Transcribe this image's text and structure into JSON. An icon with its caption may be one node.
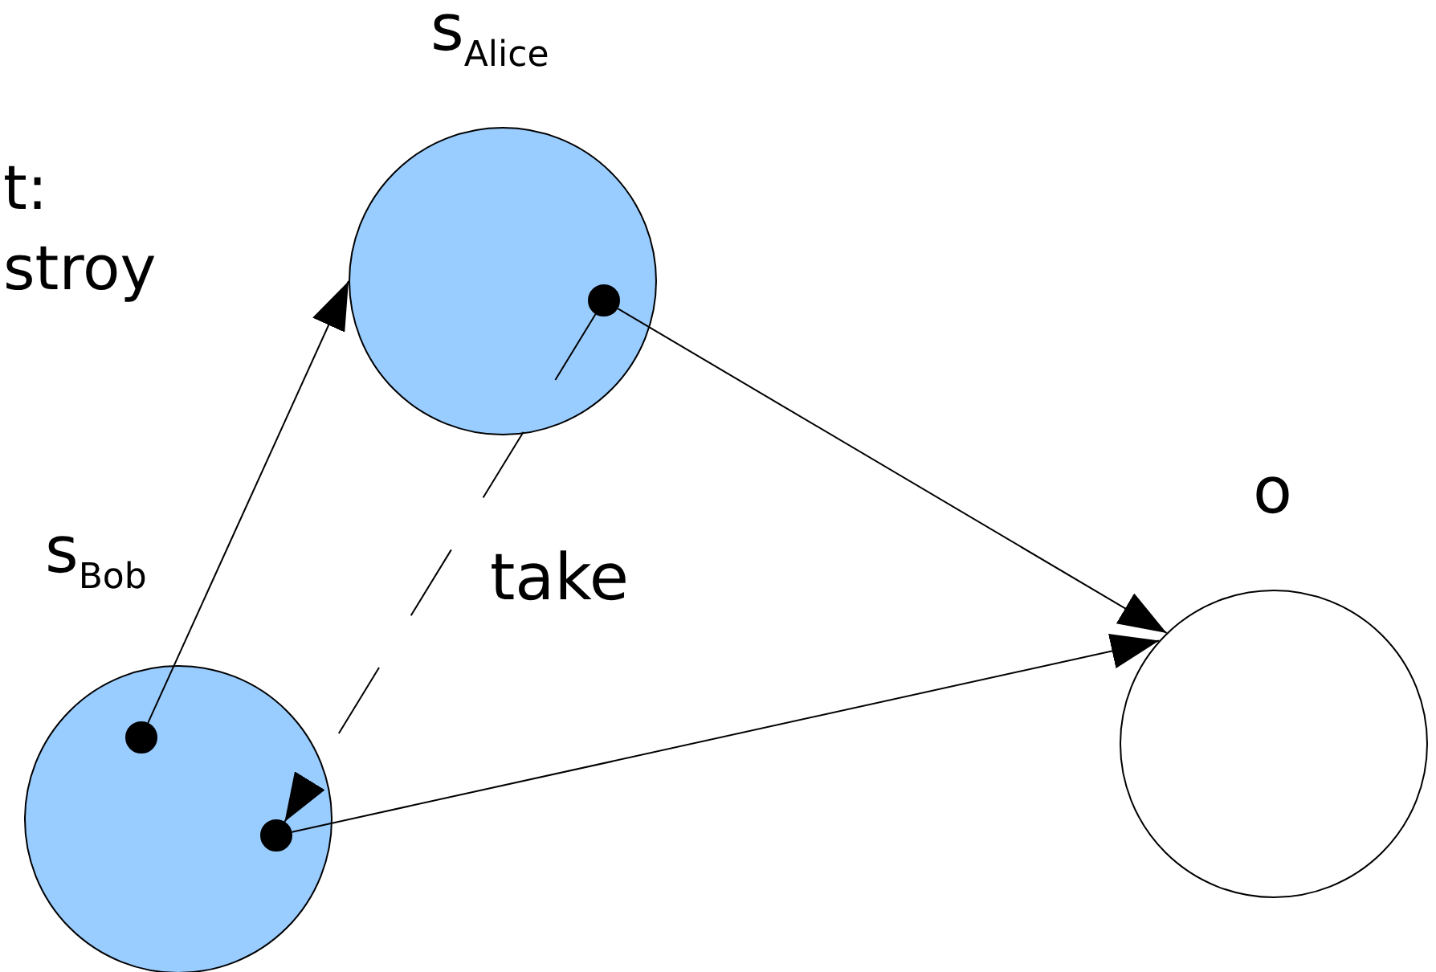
{
  "diagram": {
    "nodes": [
      {
        "text": [
          "s$_{Alice}$"
        ]
      },
      {
        "text": [],
        "shape": "circle",
        "in": 0
      },
      {
        "text": [
          "s$_{Bob}$"
        ]
      },
      {
        "text": [],
        "shape": "circle",
        "in": 2
      },
      {
        "text": [],
        "shape": "circle",
        "in": 2
      },
      {
        "text": [
          "o"
        ]
      }
    ],
    "edges": [
      {
        "from": 3,
        "to": 0,
        "arrow": "to"
      },
      {
        "from": 1,
        "to": 5,
        "arrow": "to"
      },
      {
        "from": 4,
        "to": 5,
        "arrow": "to"
      },
      {
        "from": 1,
        "to": 4,
        "arrow": "to",
        "style": "dashed",
        "label": "take"
      }
    ],
    "labels": [
      "t:",
      "stroy"
    ]
  }
}
